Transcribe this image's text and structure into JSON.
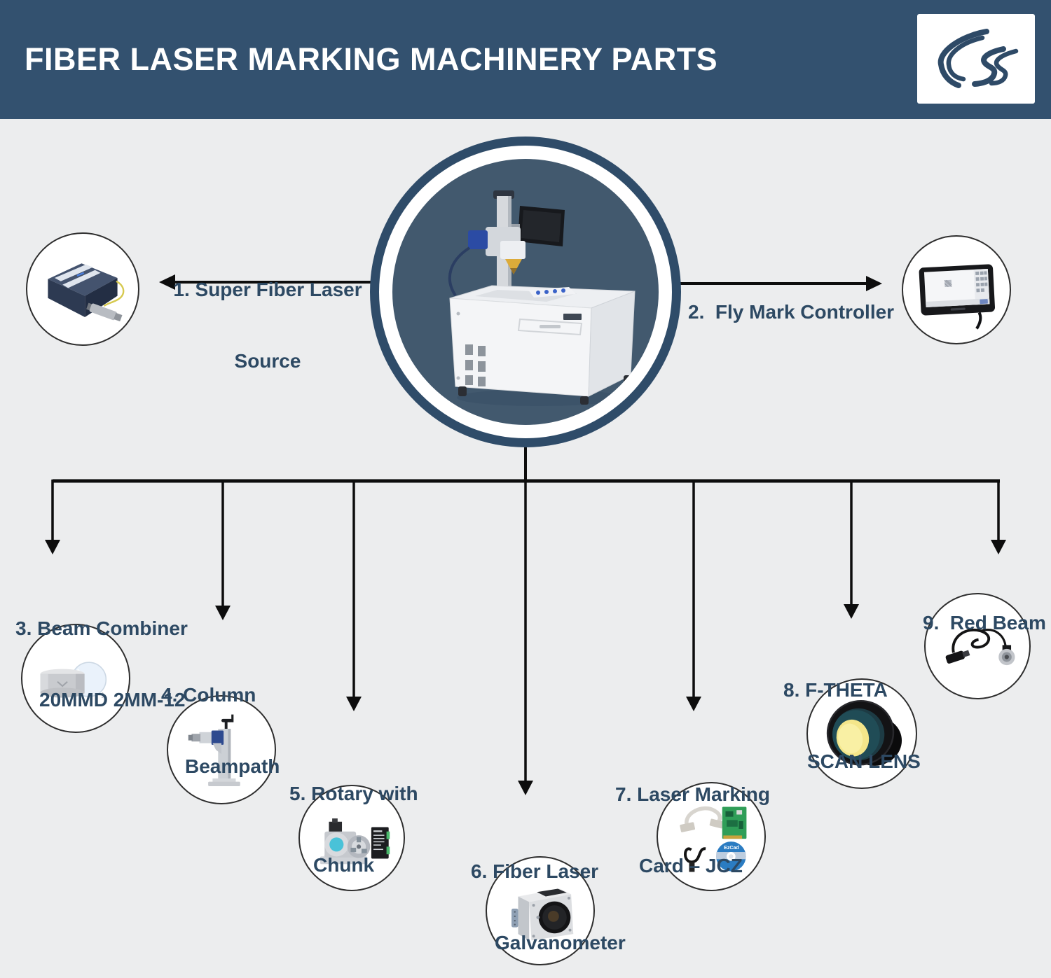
{
  "header": {
    "title": "FIBER LASER MARKING MACHINERY PARTS",
    "logo": "cs-swoosh-logo"
  },
  "colors": {
    "header_bg": "#33516f",
    "page_bg": "#ecedee",
    "label_text": "#2d4963",
    "arrow": "#0d0d0d",
    "circle_ring": "#2f4c69",
    "circle_inner_fill": "#42596e",
    "part_circle_border": "#2e2e2e",
    "white": "#ffffff"
  },
  "center": {
    "description": "fiber-laser-marking-machine"
  },
  "parts": [
    {
      "id": 1,
      "line1": "1. Super Fiber Laser",
      "line2": "Source",
      "image": "super-fiber-laser-source"
    },
    {
      "id": 2,
      "line1": "2.  Fly Mark Controller",
      "line2": "",
      "image": "fly-mark-controller"
    },
    {
      "id": 3,
      "line1": "3. Beam Combiner",
      "line2": "20MMD 2MM-12",
      "image": "beam-combiner"
    },
    {
      "id": 4,
      "line1": "4. Column",
      "line2": "Beampath",
      "image": "column-beampath"
    },
    {
      "id": 5,
      "line1": "5. Rotary with",
      "line2": "Chunk",
      "image": "rotary-with-chunk"
    },
    {
      "id": 6,
      "line1": "6. Fiber Laser",
      "line2": "Galvanometer",
      "image": "fiber-laser-galvanometer"
    },
    {
      "id": 7,
      "line1": "7. Laser Marking",
      "line2": "Card – JCZ",
      "image": "laser-marking-card-jcz",
      "cd_label": "EzCad"
    },
    {
      "id": 8,
      "line1": "8. F-THETA",
      "line2": "SCAN LENS",
      "image": "f-theta-scan-lens"
    },
    {
      "id": 9,
      "line1": "9.  Red Beam",
      "line2": "",
      "image": "red-beam"
    }
  ]
}
